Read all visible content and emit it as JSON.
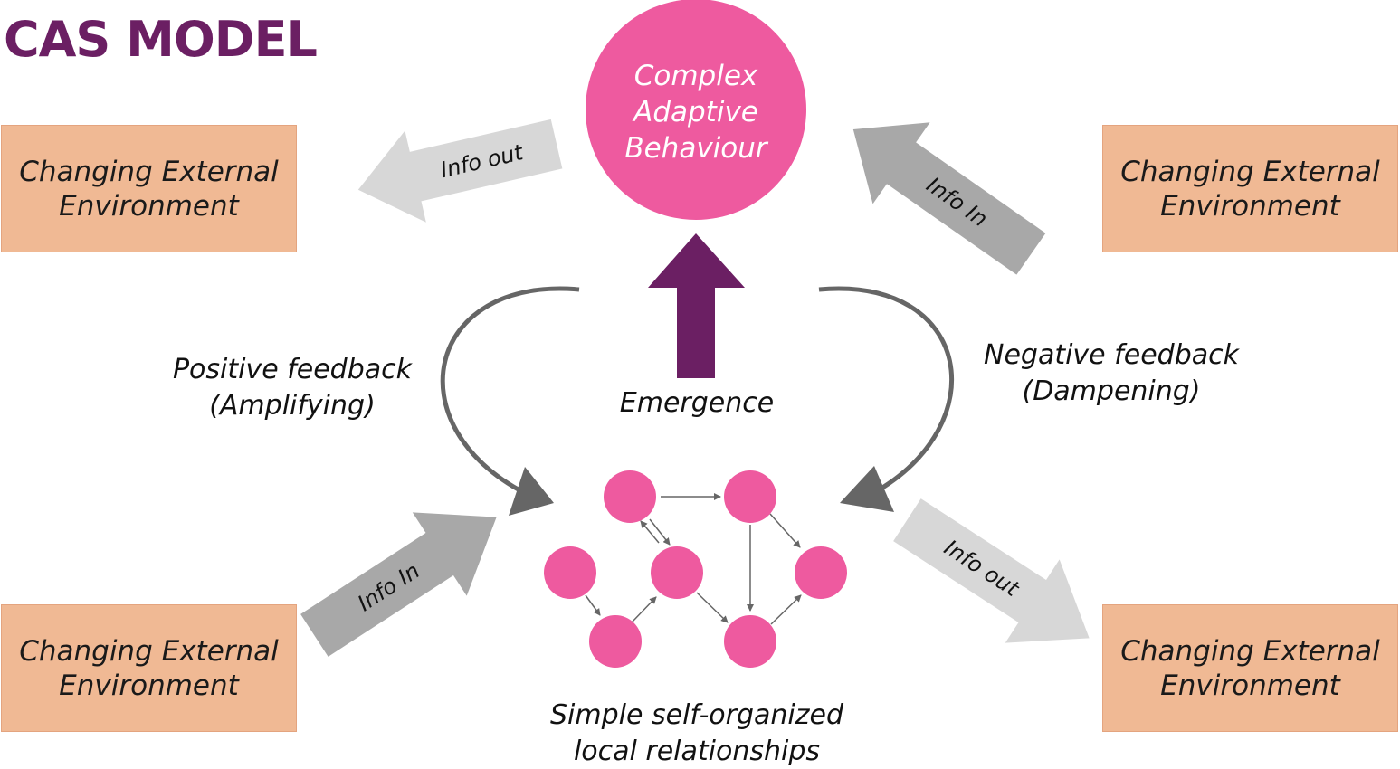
{
  "title": "CAS MODEL",
  "center_node": {
    "line1": "Complex",
    "line2": "Adaptive",
    "line3": "Behaviour"
  },
  "environment_boxes": {
    "top_left": {
      "line1": "Changing External",
      "line2": "Environment"
    },
    "top_right": {
      "line1": "Changing External",
      "line2": "Environment"
    },
    "bottom_left": {
      "line1": "Changing External",
      "line2": "Environment"
    },
    "bottom_right": {
      "line1": "Changing External",
      "line2": "Environment"
    }
  },
  "arrows": {
    "info_out_top": "Info out",
    "info_in_top": "Info In",
    "info_in_bottom": "Info In",
    "info_out_bottom": "Info out"
  },
  "labels": {
    "emergence": "Emergence",
    "positive_feedback": {
      "line1": "Positive feedback",
      "line2": "(Amplifying)"
    },
    "negative_feedback": {
      "line1": "Negative feedback",
      "line2": "(Dampening)"
    },
    "network": {
      "line1": "Simple self-organized",
      "line2": "local relationships"
    }
  },
  "colors": {
    "title": "#6b1f63",
    "center_node": "#ee5a9f",
    "environment_box": "#f0b994",
    "emergence_arrow": "#6b1f63",
    "info_in_arrow": "#a8a8a8",
    "info_out_arrow": "#d7d7d7",
    "feedback_arrow": "#666666",
    "network_node": "#ee5a9f"
  }
}
